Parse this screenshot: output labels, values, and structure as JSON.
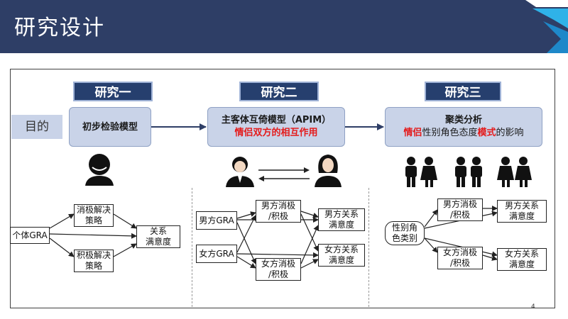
{
  "header": {
    "title": "研究设计"
  },
  "row_label": "目的",
  "studies": [
    {
      "title": "研究一",
      "purpose_line1": "初步检验模型",
      "purpose_line2": ""
    },
    {
      "title": "研究二",
      "purpose_line1": "主客体互倚模型（APIM）",
      "purpose_line2": "情侣双方的相互作用"
    },
    {
      "title": "研究三",
      "purpose_line1": "聚类分析"
    }
  ],
  "study3_purpose2": {
    "a": "情侣",
    "b": "性别角色态度",
    "c": "模式",
    "d": "的影响"
  },
  "diagram1": {
    "source": "个体GRA",
    "strategy_neg": "消极解决\n策略",
    "strategy_pos": "积极解决\n策略",
    "outcome": "关系\n满意度"
  },
  "diagram2": {
    "male": "男方GRA",
    "female": "女方GRA",
    "male_strategy": "男方消极\n/积极",
    "female_strategy": "女方消极\n/积极",
    "male_outcome": "男方关系\n满意度",
    "female_outcome": "女方关系\n满意度"
  },
  "diagram3": {
    "source": "性别角\n色类别",
    "male_strategy": "男方消极\n/积极",
    "female_strategy": "女方消极\n/积极",
    "male_outcome": "男方关系\n满意度",
    "female_outcome": "女方关系\n满意度"
  },
  "page_number": "4",
  "colors": {
    "header": "#2e3e66",
    "study_label": "#263f6e",
    "purpose_box": "#c9d3e8",
    "accent_red": "#e41b1b"
  }
}
